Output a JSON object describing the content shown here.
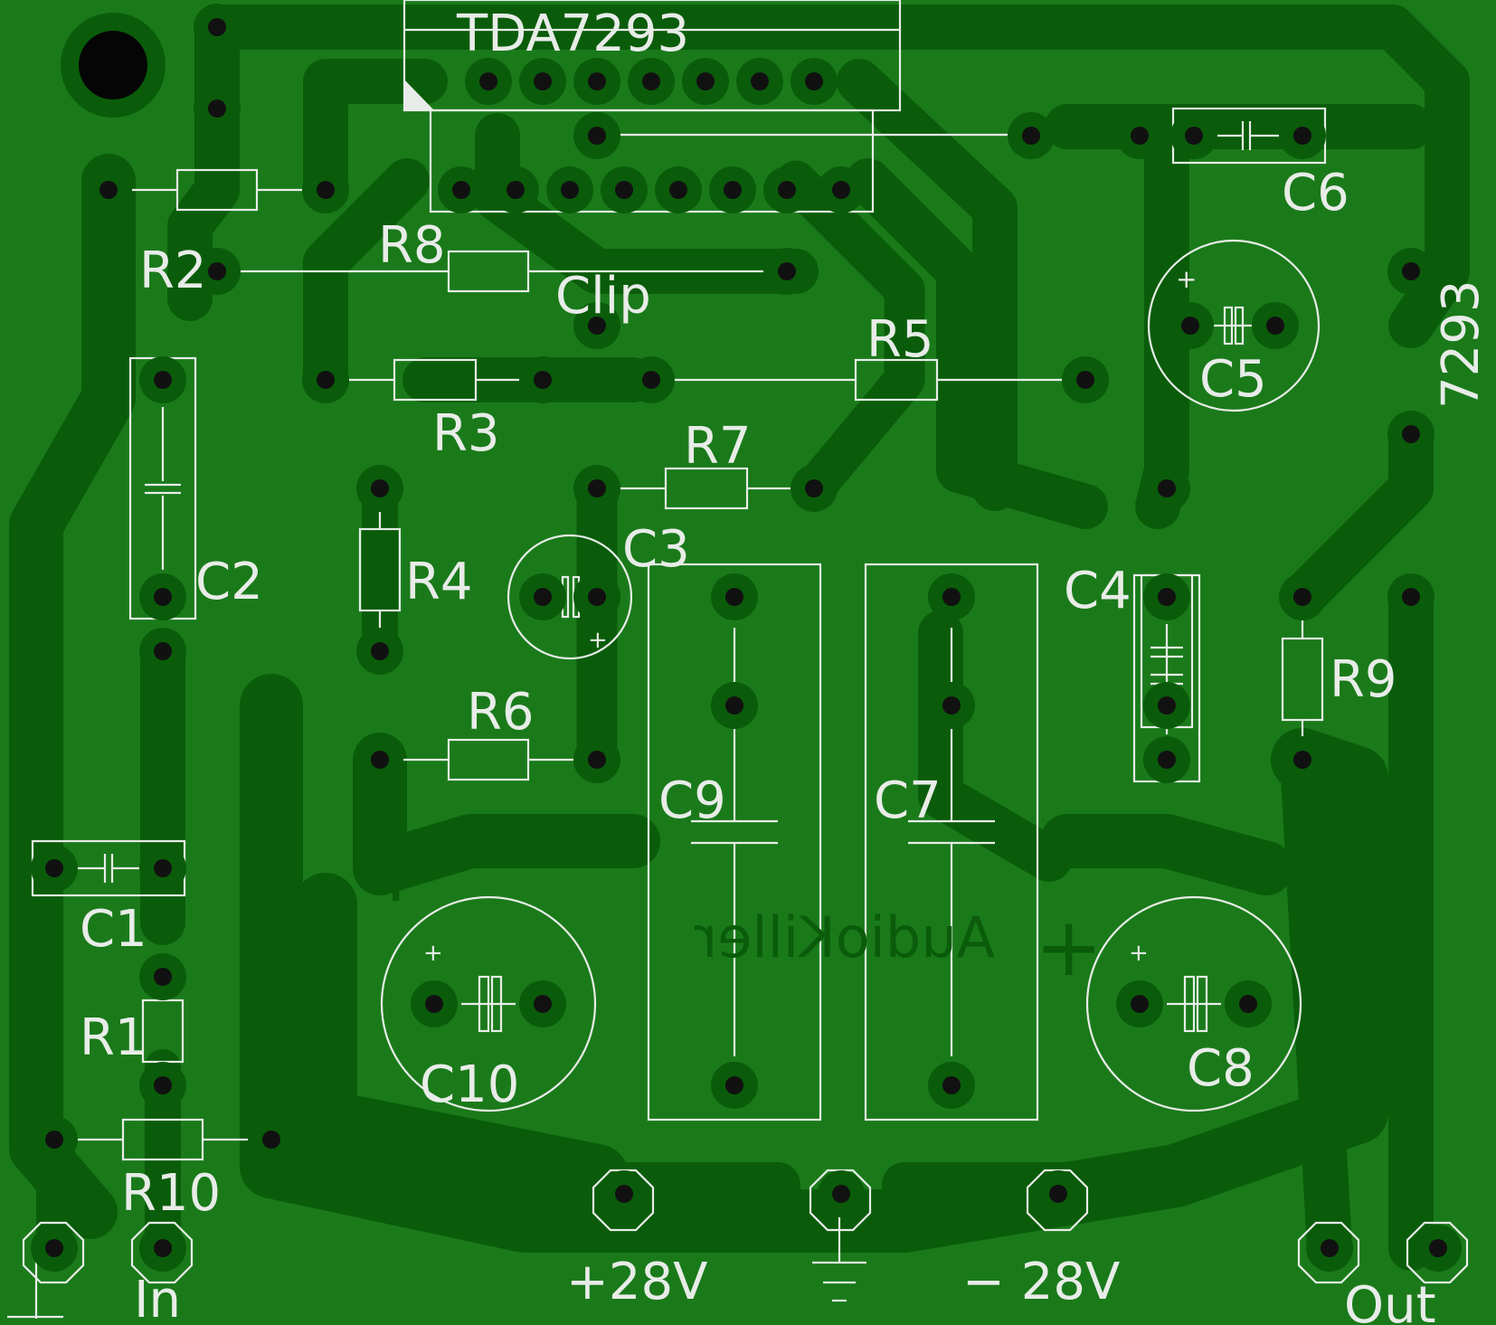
{
  "board": {
    "title": "TDA7293",
    "side_label": "7293",
    "clip_label": "Clip",
    "mirrored_text": "AudioKiller",
    "colors": {
      "substrate": "#1a7a1a",
      "copper": "#0a5c0a",
      "silkscreen": "#e8ece8",
      "drill": "#111111"
    }
  },
  "components": {
    "R1": "R1",
    "R2": "R2",
    "R3": "R3",
    "R4": "R4",
    "R5": "R5",
    "R6": "R6",
    "R7": "R7",
    "R8": "R8",
    "R9": "R9",
    "R10": "R10",
    "C1": "C1",
    "C2": "C2",
    "C3": "C3",
    "C4": "C4",
    "C5": "C5",
    "C6": "C6",
    "C7": "C7",
    "C8": "C8",
    "C9": "C9",
    "C10": "C10"
  },
  "connectors": {
    "input": "In",
    "output": "Out",
    "vplus": "+28V",
    "vminus": "− 28V"
  },
  "polarity": {
    "plus": "+",
    "minus": "−"
  }
}
